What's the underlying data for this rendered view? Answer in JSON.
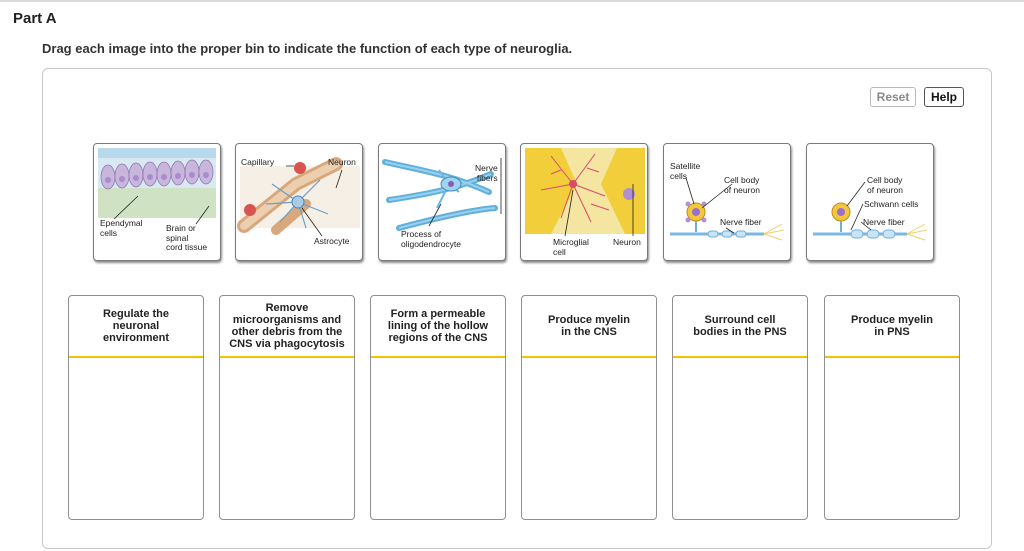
{
  "part_title": "Part A",
  "instructions": "Drag each image into the proper bin to indicate the function of each type of neuroglia.",
  "buttons": {
    "reset": "Reset",
    "help": "Help"
  },
  "cards": [
    {
      "labels": [
        "Ependymal\ncells",
        "Brain or\nspinal\ncord tissue"
      ]
    },
    {
      "labels": [
        "Capillary",
        "Neuron",
        "Astrocyte"
      ]
    },
    {
      "labels": [
        "Nerve\nfibers",
        "Process of\noligodendrocyte"
      ]
    },
    {
      "labels": [
        "Microglial\ncell",
        "Neuron"
      ]
    },
    {
      "labels": [
        "Satellite\ncells",
        "Cell body\nof neuron",
        "Nerve fiber"
      ]
    },
    {
      "labels": [
        "Cell body\nof neuron",
        "Schwann cells",
        "Nerve fiber"
      ]
    }
  ],
  "bins": [
    "Regulate the\nneuronal\nenvironment",
    "Remove\nmicroorganisms and\nother debris from the\nCNS via phagocytosis",
    "Form a permeable\nlining of the hollow\nregions of the CNS",
    "Produce myelin\nin the CNS",
    "Surround cell\nbodies in the PNS",
    "Produce myelin\nin PNS"
  ],
  "colors": {
    "bin_divider": "#f2c300",
    "panel_border": "#c8c8c8"
  }
}
